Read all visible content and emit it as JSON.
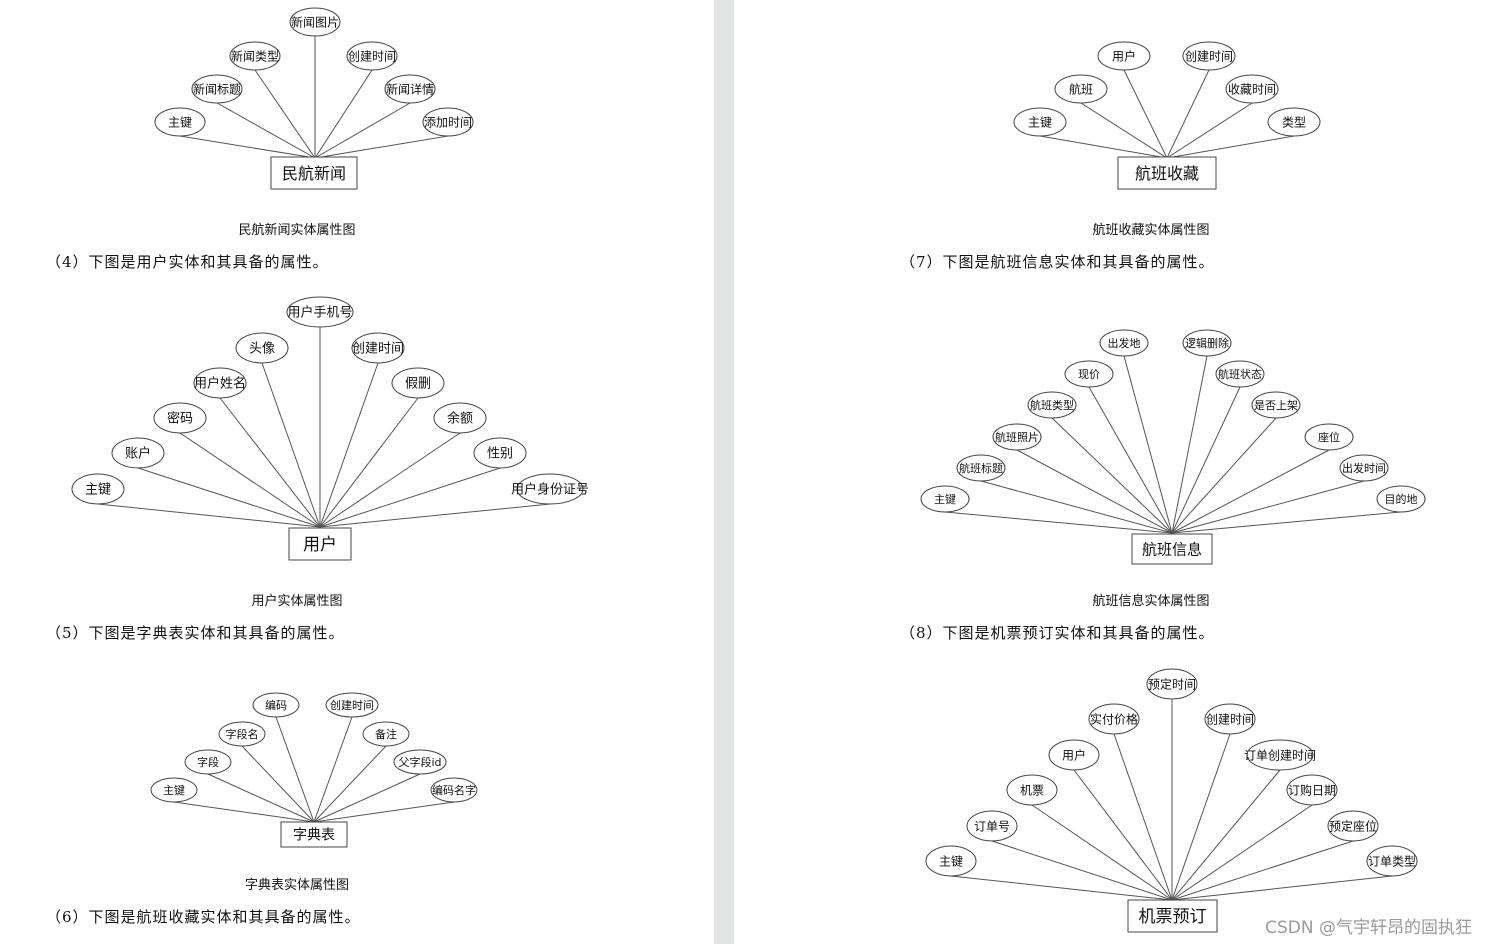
{
  "diagrams": [
    {
      "id": "news",
      "entity": "民航新闻",
      "attributes": [
        "主键",
        "新闻标题",
        "新闻类型",
        "新闻图片",
        "创建时间",
        "新闻详情",
        "添加时间"
      ]
    },
    {
      "id": "user",
      "entity": "用户",
      "attributes": [
        "主键",
        "账户",
        "密码",
        "用户姓名",
        "头像",
        "用户手机号",
        "创建时间",
        "假删",
        "余额",
        "性别",
        "用户身份证号"
      ]
    },
    {
      "id": "dict",
      "entity": "字典表",
      "attributes": [
        "主键",
        "字段",
        "字段名",
        "编码",
        "创建时间",
        "备注",
        "父字段id",
        "编码名字"
      ]
    },
    {
      "id": "fav",
      "entity": "航班收藏",
      "attributes": [
        "主键",
        "航班",
        "用户",
        "创建时间",
        "收藏时间",
        "类型"
      ]
    },
    {
      "id": "flight",
      "entity": "航班信息",
      "attributes": [
        "主键",
        "航班标题",
        "航班照片",
        "航班类型",
        "现价",
        "出发地",
        "逻辑删除",
        "航班状态",
        "是否上架",
        "座位",
        "出发时间",
        "目的地"
      ]
    },
    {
      "id": "booking",
      "entity": "机票预订",
      "attributes": [
        "主键",
        "订单号",
        "机票",
        "用户",
        "实付价格",
        "预定时间",
        "创建时间",
        "订单创建时间",
        "订购日期",
        "预定座位",
        "订单类型"
      ]
    }
  ],
  "captions": {
    "news": "民航新闻实体属性图",
    "user": "用户实体属性图",
    "dict": "字典表实体属性图",
    "fav": "航班收藏实体属性图",
    "flight": "航班信息实体属性图"
  },
  "paragraphs": {
    "p4": "（4）下图是用户实体和其具备的属性。",
    "p5": "（5）下图是字典表实体和其具备的属性。",
    "p6": "（6）下图是航班收藏实体和其具备的属性。",
    "p7": "（7）下图是航班信息实体和其具备的属性。",
    "p8": "（8）下图是机票预订实体和其具备的属性。"
  },
  "watermark": "CSDN @气宇轩昂的固执狂"
}
